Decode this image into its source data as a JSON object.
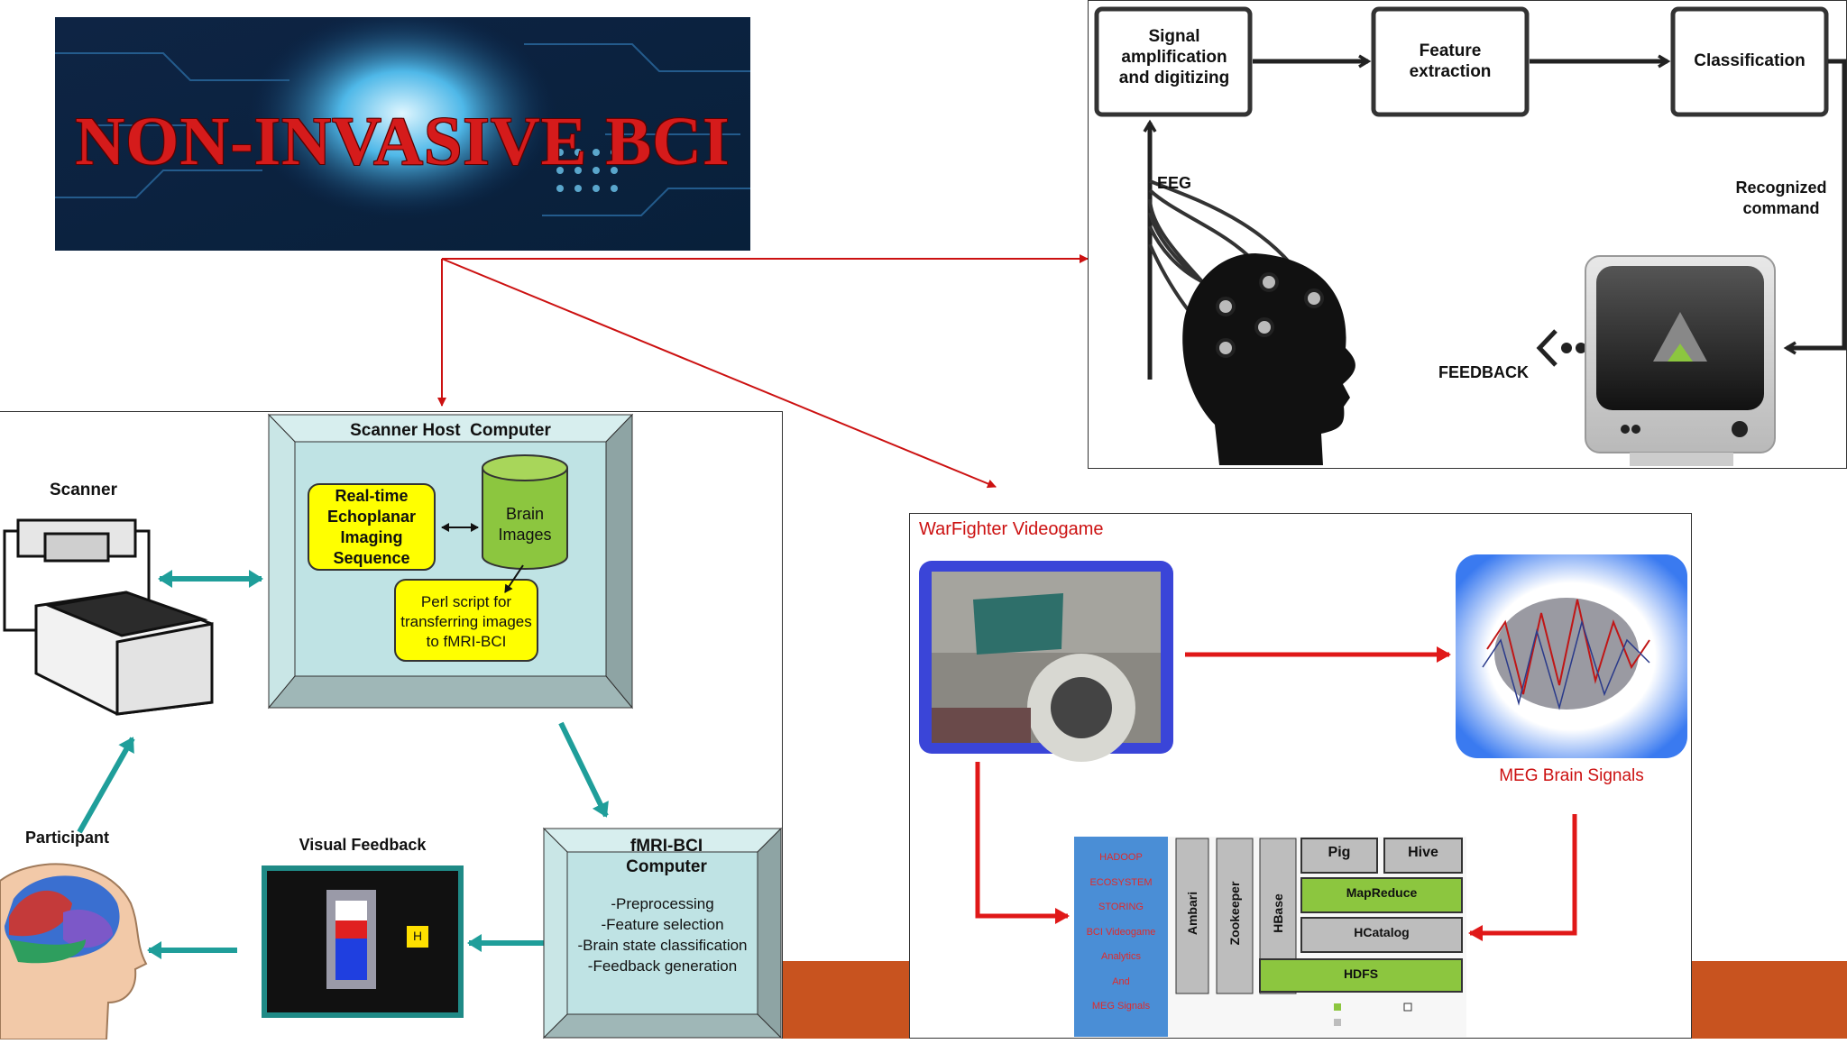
{
  "banner": {
    "title": "NON-INVASIVE BCI"
  },
  "eeg_pipeline": {
    "signal_box": "Signal amplification and digitizing",
    "feature_box": "Feature extraction",
    "classification_box": "Classification",
    "eeg_label": "EEG",
    "recognized_label": "Recognized command",
    "feedback_label": "FEEDBACK"
  },
  "fmri": {
    "scanner_label": "Scanner",
    "host_title": "Scanner Host  Computer",
    "realtime_box": "Real-time Echoplanar Imaging Sequence",
    "brain_images": "Brain Images",
    "perl_box": "Perl script for transferring images to fMRI-BCI",
    "participant_label": "Participant",
    "visual_feedback_label": "Visual Feedback",
    "feedback_marker": "H",
    "computer_title": "fMRI-BCI Computer",
    "steps": [
      "-Preprocessing",
      "-Feature selection",
      "-Brain state classification",
      "-Feedback generation"
    ]
  },
  "warfighter": {
    "title": "WarFighter Videogame",
    "meg_label": "MEG Brain Signals",
    "hadoop_sidebar": [
      "HADOOP",
      "ECOSYSTEM",
      "STORING",
      "BCI Videogame",
      "Analytics",
      "And",
      "MEG Signals"
    ],
    "columns": [
      "Ambari",
      "Zookeeper",
      "HBase"
    ],
    "pig": "Pig",
    "hive": "Hive",
    "mapreduce": "MapReduce",
    "hcatalog": "HCatalog",
    "hdfs": "HDFS"
  },
  "colors": {
    "accent_red": "#cc1111",
    "teal": "#1f9e9a",
    "stripe": "#c8531f",
    "host_fill": "#bfe3e4",
    "yellow": "#ffff00",
    "green": "#8cc63f"
  }
}
